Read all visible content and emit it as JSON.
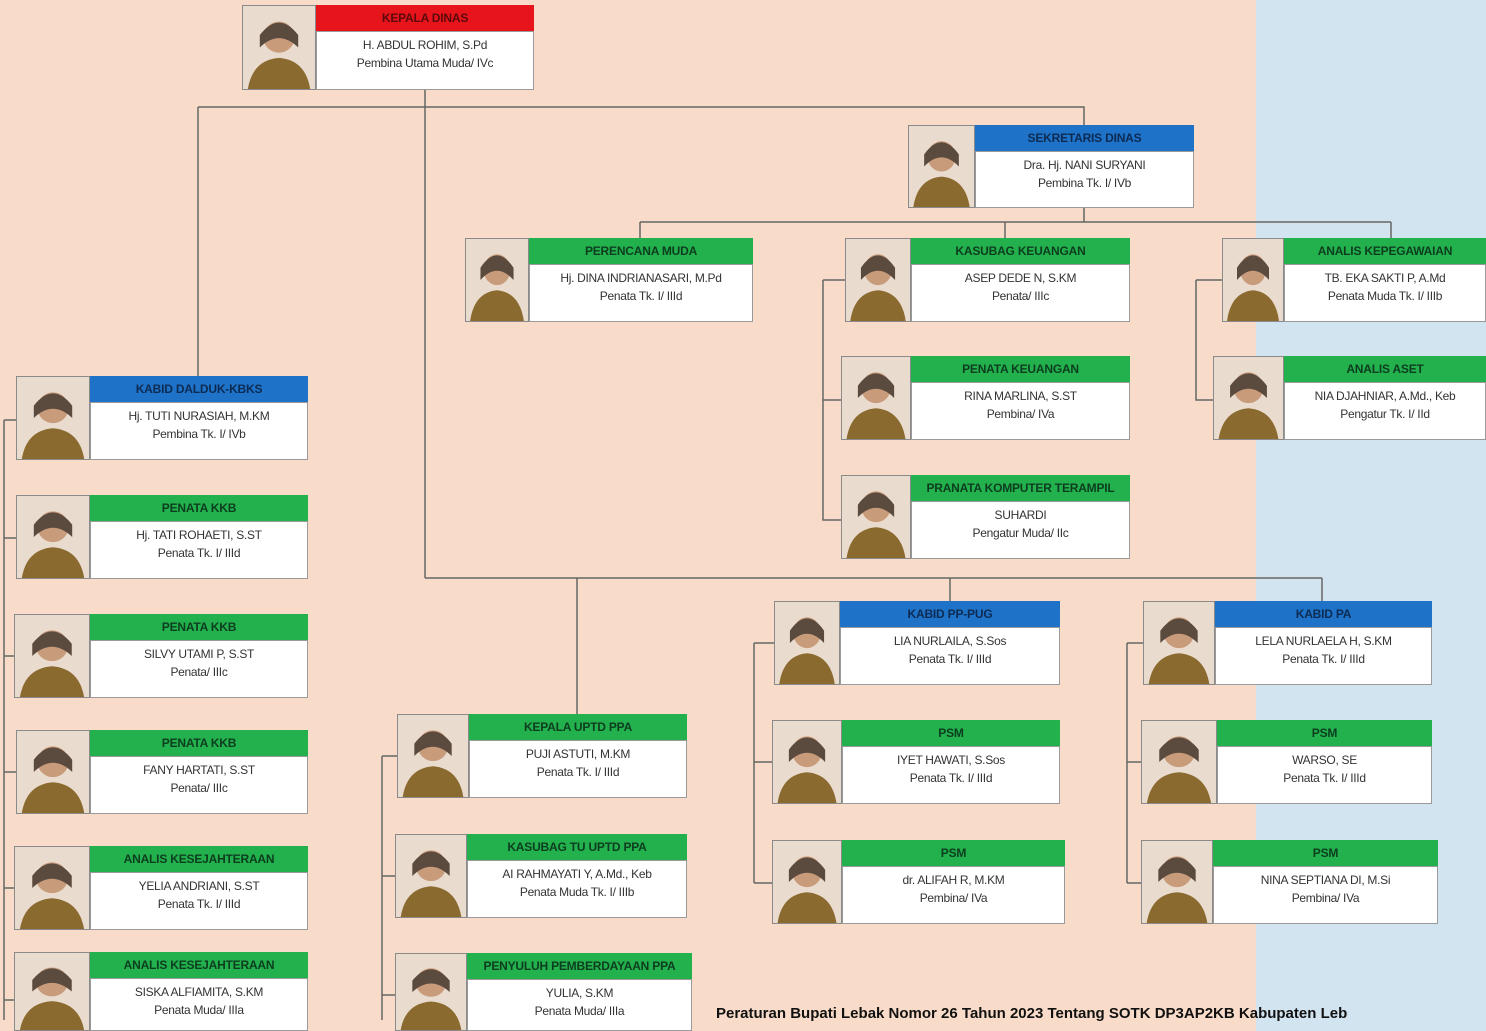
{
  "footer": "Peraturan Bupati Lebak Nomor 26 Tahun 2023 Tentang SOTK DP3AP2KB Kabupaten Leb",
  "colors": {
    "green": "#22b14c",
    "blue": "#1e73c9",
    "red": "#e8141c"
  },
  "cards": [
    {
      "id": "kepala-dinas",
      "title": "KEPALA DINAS",
      "name": "H. ABDUL ROHIM, S.Pd",
      "rank": "Pembina Utama Muda/ IVc",
      "color": "red"
    },
    {
      "id": "sekretaris-dinas",
      "title": "SEKRETARIS DINAS",
      "name": "Dra. Hj. NANI SURYANI",
      "rank": "Pembina Tk. I/ IVb",
      "color": "blue"
    },
    {
      "id": "perencana-muda",
      "title": "PERENCANA MUDA",
      "name": "Hj. DINA INDRIANASARI, M.Pd",
      "rank": "Penata Tk. I/ IIId",
      "color": "green"
    },
    {
      "id": "kasubag-keuangan",
      "title": "KASUBAG KEUANGAN",
      "name": "ASEP DEDE N, S.KM",
      "rank": "Penata/ IIIc",
      "color": "green"
    },
    {
      "id": "analis-kepegawaian",
      "title": "ANALIS KEPEGAWAIAN",
      "name": "TB. EKA SAKTI P, A.Md",
      "rank": "Penata Muda Tk. I/ IIIb",
      "color": "green"
    },
    {
      "id": "penata-keuangan",
      "title": "PENATA KEUANGAN",
      "name": "RINA MARLINA, S.ST",
      "rank": "Pembina/ IVa",
      "color": "green"
    },
    {
      "id": "analis-aset",
      "title": "ANALIS ASET",
      "name": "NIA DJAHNIAR, A.Md., Keb",
      "rank": "Pengatur Tk. I/ IId",
      "color": "green"
    },
    {
      "id": "penata-komputer",
      "title": "PRANATA KOMPUTER TERAMPIL",
      "name": "SUHARDI",
      "rank": "Pengatur Muda/ IIc",
      "color": "green"
    },
    {
      "id": "kabid-dalduk",
      "title": "KABID DALDUK-KBKS",
      "name": "Hj. TUTI NURASIAH, M.KM",
      "rank": "Pembina Tk. I/ IVb",
      "color": "blue"
    },
    {
      "id": "penata-kkb-1",
      "title": "PENATA KKB",
      "name": "Hj. TATI ROHAETI, S.ST",
      "rank": "Penata Tk. I/ IIId",
      "color": "green"
    },
    {
      "id": "penata-kkb-2",
      "title": "PENATA KKB",
      "name": "SILVY UTAMI P, S.ST",
      "rank": "Penata/ IIIc",
      "color": "green"
    },
    {
      "id": "penata-kkb-3",
      "title": "PENATA KKB",
      "name": "FANY HARTATI, S.ST",
      "rank": "Penata/ IIIc",
      "color": "green"
    },
    {
      "id": "analis-kesejahteraan-1",
      "title": "ANALIS KESEJAHTERAAN",
      "name": "YELIA ANDRIANI, S.ST",
      "rank": "Penata Tk. I/ IIId",
      "color": "green"
    },
    {
      "id": "analis-kesejahteraan-2",
      "title": "ANALIS KESEJAHTERAAN",
      "name": "SISKA ALFIAMITA, S.KM",
      "rank": "Penata Muda/ IIIa",
      "color": "green"
    },
    {
      "id": "kepala-uptd-ppa",
      "title": "KEPALA UPTD PPA",
      "name": "PUJI ASTUTI, M.KM",
      "rank": "Penata Tk. I/ IIId",
      "color": "green"
    },
    {
      "id": "kasubag-tu-uptd",
      "title": "KASUBAG TU UPTD PPA",
      "name": "AI RAHMAYATI Y, A.Md., Keb",
      "rank": "Penata Muda Tk. I/ IIIb",
      "color": "green"
    },
    {
      "id": "penyuluh-pemberdayaan",
      "title": "PENYULUH PEMBERDAYAAN PPA",
      "name": "YULIA, S.KM",
      "rank": "Penata Muda/ IIIa",
      "color": "green"
    },
    {
      "id": "kabid-pp-pug",
      "title": "KABID PP-PUG",
      "name": "LIA NURLAILA, S.Sos",
      "rank": "Penata Tk. I/ IIId",
      "color": "blue"
    },
    {
      "id": "psm-1",
      "title": "PSM",
      "name": "IYET HAWATI, S.Sos",
      "rank": "Penata Tk. I/ IIId",
      "color": "green"
    },
    {
      "id": "psm-2",
      "title": "PSM",
      "name": "dr. ALIFAH R, M.KM",
      "rank": "Pembina/ IVa",
      "color": "green"
    },
    {
      "id": "kabid-pa",
      "title": "KABID PA",
      "name": "LELA NURLAELA H, S.KM",
      "rank": "Penata Tk. I/ IIId",
      "color": "blue"
    },
    {
      "id": "psm-3",
      "title": "PSM",
      "name": "WARSO, SE",
      "rank": "Penata Tk. I/ IIId",
      "color": "green"
    },
    {
      "id": "psm-4",
      "title": "PSM",
      "name": "NINA SEPTIANA DI, M.Si",
      "rank": "Pembina/ IVa",
      "color": "green"
    }
  ]
}
